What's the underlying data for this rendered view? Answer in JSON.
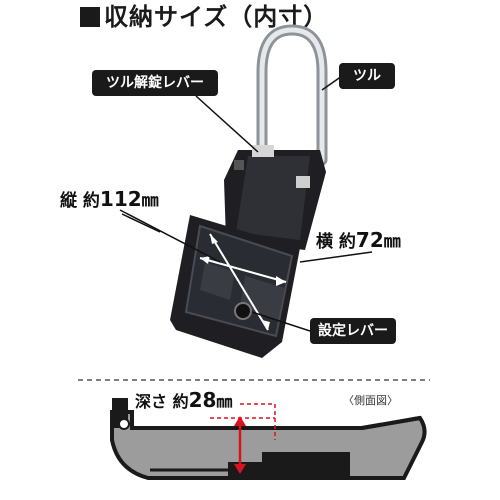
{
  "title": "■収納サイズ（内寸）",
  "callouts": {
    "shackle_release_lever": "ツル解錠レバー",
    "shackle": "ツル",
    "setting_lever": "設定レバー"
  },
  "dimensions": {
    "length": {
      "prefix": "縦 約",
      "value": "112",
      "unit": "㎜"
    },
    "width": {
      "prefix": "横 約",
      "value": "72",
      "unit": "㎜"
    },
    "depth": {
      "prefix": "深さ 約",
      "value": "28",
      "unit": "㎜"
    }
  },
  "side_view_label": "〈側面図〉",
  "colors": {
    "body": "#1f1f23",
    "interior": "#2a2c33",
    "shackle": "#c9cdd2",
    "depth_arrow": "#d9141e",
    "side_view_fill": "#9c9c9c",
    "dashed_divider": "#555555"
  }
}
